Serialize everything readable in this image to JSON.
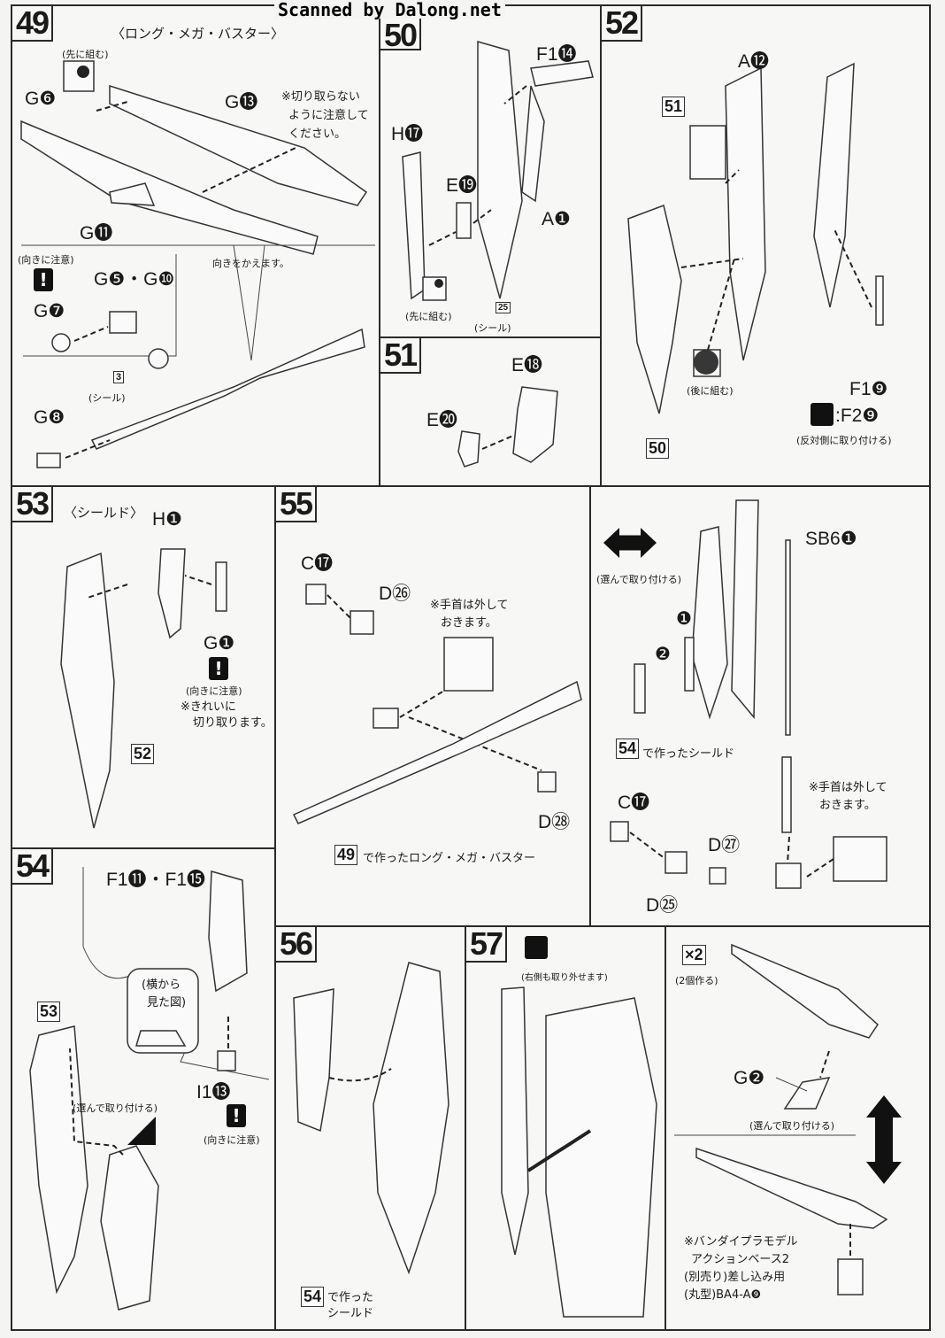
{
  "watermark": "Scanned by Dalong.net",
  "steps": {
    "s49": {
      "number": "49",
      "title": "〈ロング・メガ・バスター〉",
      "pre_assemble": "(先に組む)",
      "parts": [
        "G❻",
        "G⓭",
        "G⓫",
        "G❺・G❿",
        "G❼",
        "G❽"
      ],
      "note": [
        "※切り取らない",
        "ように注意して",
        "ください。"
      ],
      "caution": "(向きに注意)",
      "rotate": "向きをかえます。",
      "sticker": "(シール)",
      "sticker_no": "3"
    },
    "s50": {
      "number": "50",
      "parts": [
        "F1⓮",
        "H⓱",
        "E⓳",
        "A❶"
      ],
      "pre_assemble": "(先に組む)",
      "sticker": "(シール)",
      "sticker_no": "25"
    },
    "s51": {
      "number": "51",
      "parts": [
        "E⓲",
        "E⓴"
      ]
    },
    "s52": {
      "number": "52",
      "parts": [
        "A⓬",
        "F1❾",
        ":F2❾"
      ],
      "ref51": "51",
      "ref50": "50",
      "post_assemble": "(後に組む)",
      "opposite": "(反対側に取り付ける)"
    },
    "s53": {
      "number": "53",
      "title": "〈シールド〉",
      "parts": [
        "H❶",
        "G❶"
      ],
      "caution": "(向きに注意)",
      "note": [
        "※きれいに",
        "切り取ります。"
      ],
      "ref52": "52"
    },
    "s55": {
      "number": "55",
      "parts": [
        "C⓱",
        "D㉖",
        "D㉘",
        "C⓱",
        "D㉗",
        "D㉕",
        "SB6❶"
      ],
      "note": [
        "※手首は外して",
        "おきます。"
      ],
      "note2": [
        "※手首は外して",
        "おきます。"
      ],
      "ref49": "49",
      "ref49_text": "で作ったロング・メガ・バスター",
      "choose": "(選んで取り付ける)",
      "ref54": "54",
      "ref54_text": "で作ったシールド",
      "arrow1": "❶",
      "arrow2": "❷"
    },
    "s54": {
      "number": "54",
      "parts": [
        "F1⓫・F1⓯",
        "I1⓭"
      ],
      "side_view": [
        "(横から",
        "見た図)"
      ],
      "ref53": "53",
      "choose": "(選んで取り付ける)",
      "caution": "(向きに注意)"
    },
    "s56": {
      "number": "56",
      "ref54": "54",
      "ref54_text": [
        "で作った",
        "シールド"
      ]
    },
    "s57": {
      "number": "57",
      "both_sides": "(右側も取り外せます)",
      "times": "×2",
      "make_two": "(2個作る)",
      "parts": [
        "G❷"
      ],
      "choose": "(選んで取り付ける)",
      "note": [
        "※バンダイプラモデル",
        "アクションベース2",
        "(別売り)差し込み用",
        "(丸型)BA4-A❾"
      ]
    }
  },
  "warn_symbol": "!"
}
